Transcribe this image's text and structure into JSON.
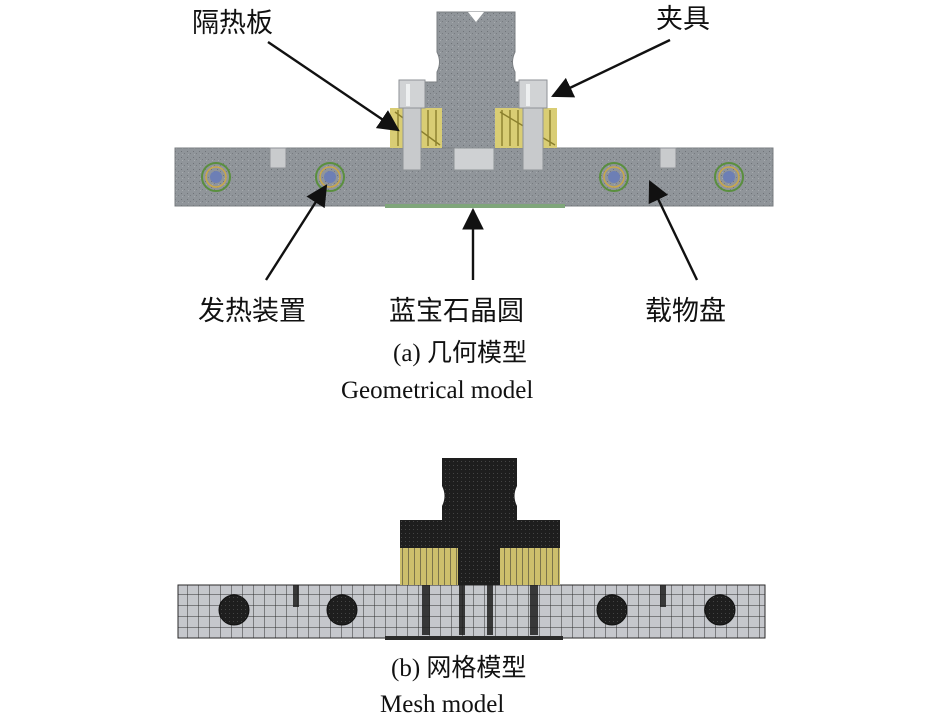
{
  "labels": {
    "insulation_board": "隔热板",
    "fixture": "夹具",
    "heater": "发热装置",
    "sapphire_wafer": "蓝宝石晶圆",
    "carrier": "载物盘"
  },
  "captions": {
    "a_cn": "(a) 几何模型",
    "a_en": "Geometrical model",
    "b_cn": "(b) 网格模型",
    "b_en": "Mesh model"
  },
  "colors": {
    "steel": "#8f9397",
    "bolt_light": "#d4d6d8",
    "insulation": "#d8cc73",
    "mesh_dark": "#222222",
    "mesh_line": "#3a3a3a",
    "heater_ring": "#4c8a3a",
    "heater_core": "#6d7fb5"
  }
}
